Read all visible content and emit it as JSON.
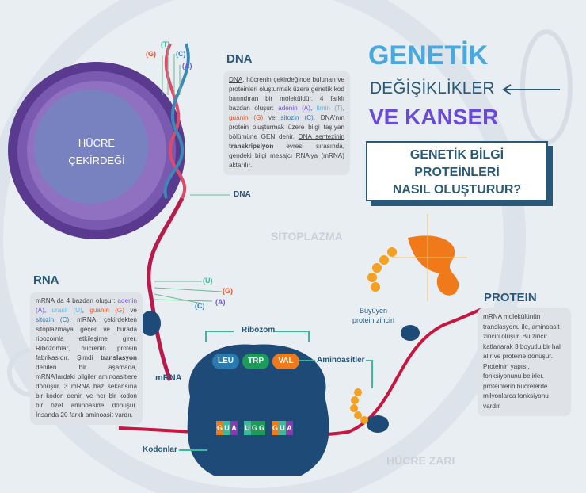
{
  "colors": {
    "title_blue": "#4aa8e0",
    "navy": "#2a5878",
    "purple": "#6a4bd8",
    "adenin": "#7a55e0",
    "timin": "#5ab8e8",
    "guanin": "#e8562a",
    "sitozin": "#2a7ab8"
  },
  "title": {
    "line1": "GENETİK",
    "line2": "DEĞİŞİKLİKLER",
    "line3": "VE KANSER",
    "arrow_icon": "arrow-left-icon"
  },
  "question": {
    "line1": "GENETİK BİLGİ",
    "line2": "PROTEİNLERİ",
    "line3": "NASIL OLUŞTURUR?"
  },
  "nucleus": {
    "line1": "HÜCRE",
    "line2": "ÇEKİRDEĞİ"
  },
  "dna": {
    "heading": "DNA",
    "bases": [
      "(G)",
      "(T)",
      "(C)",
      "(A)"
    ],
    "label": "DNA",
    "text": {
      "p1": "DNA",
      "p2": ", hücrenin çekirdeğinde bulunan ve proteinleri oluşturmak üzere genetik kod barındıran bir moleküldür. 4 farklı bazdan oluşur: ",
      "adenin": "adenin (A)",
      "sep1": ", ",
      "timin": "timin (T)",
      "sep2": ", ",
      "guanin": "guanin (G)",
      "sep3": " ve ",
      "sitozin": "sitozin (C)",
      "p3": ". DNA'nın protein oluşturmak üzere bilgi taşıyan bölümüne GEN denir. ",
      "u2": "DNA sentezinin",
      "b1": "transkripsiyon",
      "p4": " evresi sırasında, gendeki bilgi mesajcı RNA'ya (mRNA) aktarılır."
    }
  },
  "cytoplasm": "SİTOPLAZMA",
  "membrane": "HÜCRE ZARI",
  "rna": {
    "heading": "RNA",
    "bases": [
      "(U)",
      "(G)",
      "(C)",
      "(A)"
    ],
    "mrna_label": "mRNA",
    "text": {
      "p1": "mRNA da 4 bazdan oluşur: ",
      "adenin": "adenin (A)",
      "sep1": ", ",
      "urasil": "urasil (U)",
      "sep2": ", ",
      "guanin": "guanin (G)",
      "sep3": " ve ",
      "sitozin": "sitozin (C)",
      "p2": ". mRNA, çekirdekten sitoplazmaya geçer ve burada ribozomla etkileşime girer. Ribozomlar, hücrenin protein fabrikasıdır. Şimdi ",
      "b1": "translasyon",
      "p3": " denilen bir aşamada, mRNA'lardaki bilgiler aminoasitlere dönüşür. 3 mRNA baz sekansına bir kodon denir, ve her bir kodon bir özel aminoaside dönüşür. İnsanda ",
      "u1": "20 farklı aminoasit",
      "p4": " vardır."
    }
  },
  "ribosome": {
    "label": "Ribozom",
    "aminoacids_label": "Aminoasitler",
    "codons_label": "Kodonlar",
    "amino": [
      {
        "name": "LEU",
        "color": "#2a7ab0"
      },
      {
        "name": "TRP",
        "color": "#1e9a5a"
      },
      {
        "name": "VAL",
        "color": "#f07a1a"
      }
    ],
    "codons": [
      [
        "G",
        "U",
        "A"
      ],
      [
        "U",
        "G",
        "G"
      ],
      [
        "G",
        "U",
        "A"
      ]
    ]
  },
  "growing_chain": {
    "line1": "Büyüyen",
    "line2": "protein zinciri"
  },
  "protein": {
    "heading": "PROTEIN",
    "text": "mRNA molekülünün translasyonu ile, aminoasit zinciri oluşur. Bu zincir katlanarak 3 boyutlu bir hal alır ve proteine dönüşür. Proteinin yapısı, fonksiyonunu belirler. proteinlerin hücrelerde milyonlarca fonksiyonu vardır."
  }
}
